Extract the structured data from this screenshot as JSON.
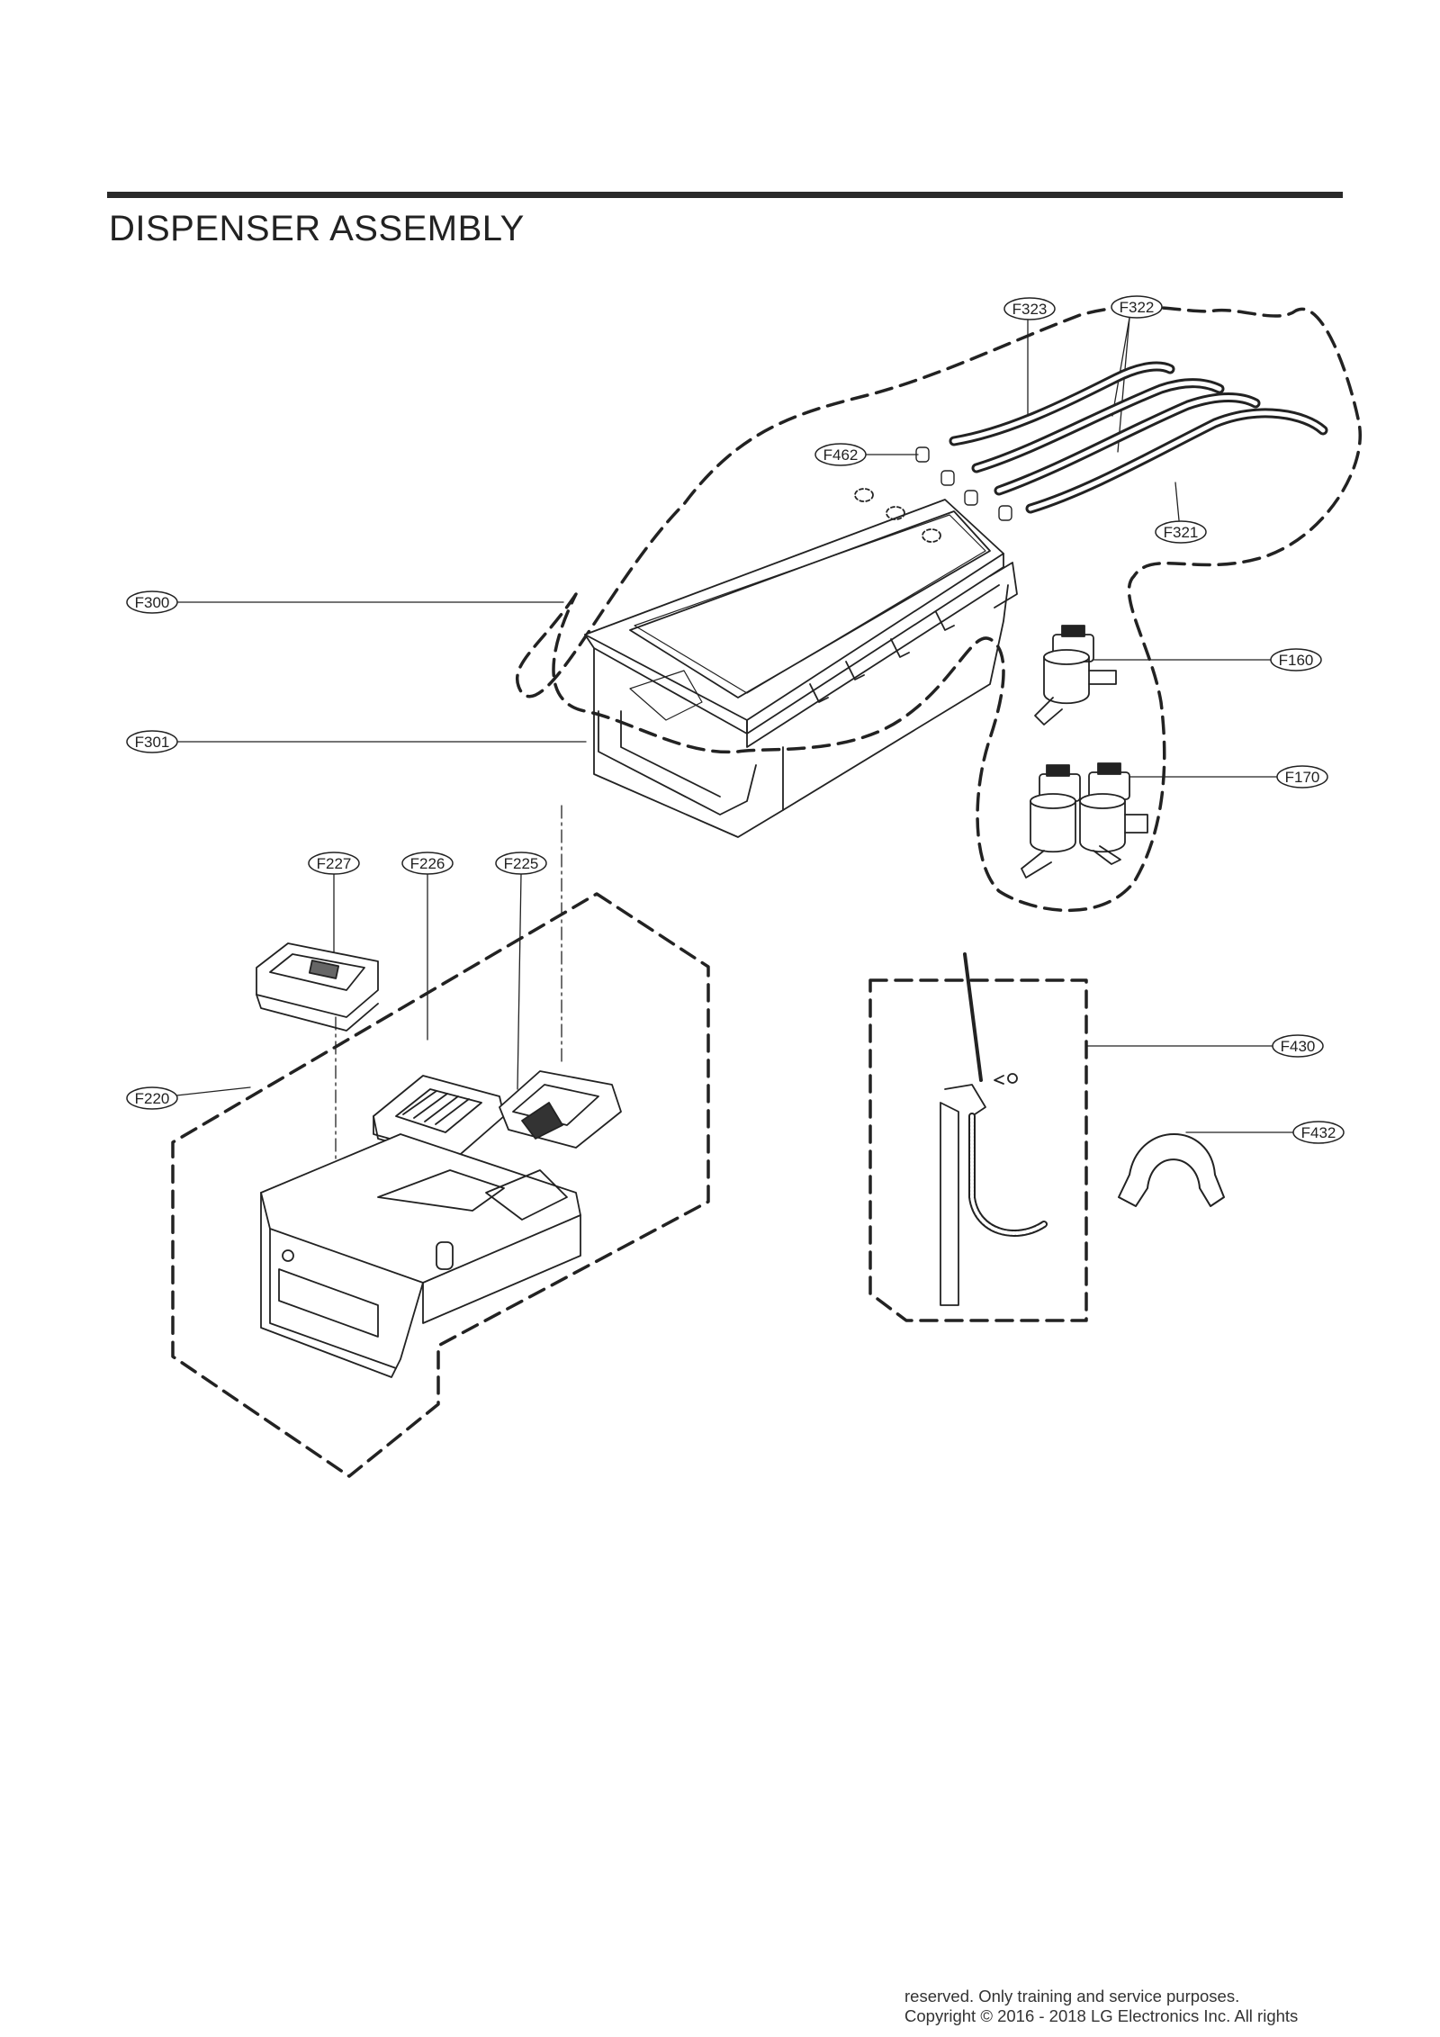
{
  "page": {
    "title": "DISPENSER ASSEMBLY"
  },
  "callouts": [
    {
      "id": "F323",
      "label": "F323"
    },
    {
      "id": "F322",
      "label": "F322"
    },
    {
      "id": "F462",
      "label": "F462"
    },
    {
      "id": "F321",
      "label": "F321"
    },
    {
      "id": "F300",
      "label": "F300"
    },
    {
      "id": "F160",
      "label": "F160"
    },
    {
      "id": "F301",
      "label": "F301"
    },
    {
      "id": "F170",
      "label": "F170"
    },
    {
      "id": "F227",
      "label": "F227"
    },
    {
      "id": "F226",
      "label": "F226"
    },
    {
      "id": "F225",
      "label": "F225"
    },
    {
      "id": "F430",
      "label": "F430"
    },
    {
      "id": "F220",
      "label": "F220"
    },
    {
      "id": "F432",
      "label": "F432"
    }
  ],
  "footer": {
    "line1": "reserved. Only training and service purposes.",
    "line2": "Copyright © 2016 - 2018 LG Electronics Inc. All rights"
  },
  "colors": {
    "ink": "#222222",
    "part_fill_dark": "#555555",
    "background": "#ffffff"
  }
}
